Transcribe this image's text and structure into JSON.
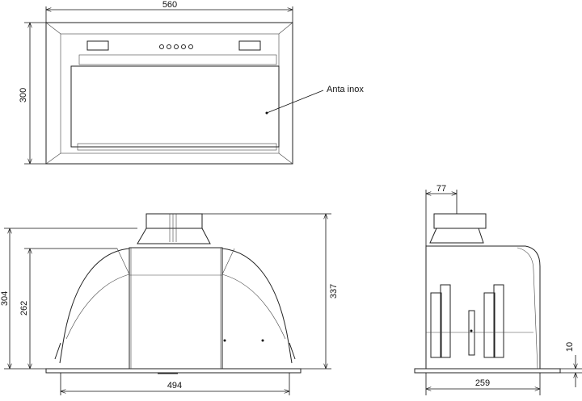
{
  "drawing": {
    "front_view": {
      "width_label": "560",
      "height_label": "300",
      "callout": "Anta inox"
    },
    "elevation_view": {
      "total_height_label": "337",
      "height_outer_label": "304",
      "height_inner_label": "262",
      "width_label": "494"
    },
    "side_view": {
      "duct_offset_label": "77",
      "depth_label": "259",
      "flange_label": "10"
    }
  }
}
